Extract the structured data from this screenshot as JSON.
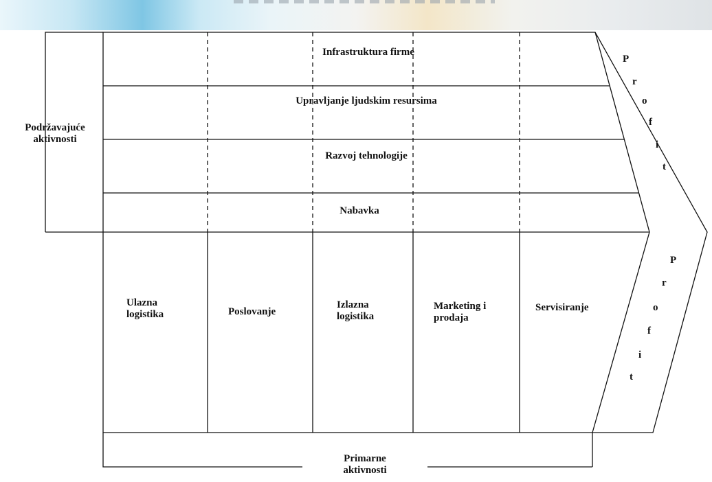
{
  "support": {
    "rows": [
      "Infrastruktura firme",
      "Upravljanje ljudskim resursima",
      "Razvoj tehnologije",
      "Nabavka"
    ],
    "label_line1": "Podržavajuće",
    "label_line2": "aktivnosti"
  },
  "primary": {
    "columns": [
      {
        "line1": "Ulazna",
        "line2": "logistika"
      },
      {
        "line1": "Poslovanje",
        "line2": ""
      },
      {
        "line1": "Izlazna",
        "line2": "logistika"
      },
      {
        "line1": "Marketing i",
        "line2": "prodaja"
      },
      {
        "line1": "Servisiranje",
        "line2": ""
      }
    ],
    "label_line1": "Primarne",
    "label_line2": "aktivnosti"
  },
  "profit": {
    "upper": [
      "P",
      "r",
      "o",
      "f",
      "i",
      "t"
    ],
    "lower": [
      "P",
      "r",
      "o",
      "f",
      "i",
      "t"
    ]
  }
}
